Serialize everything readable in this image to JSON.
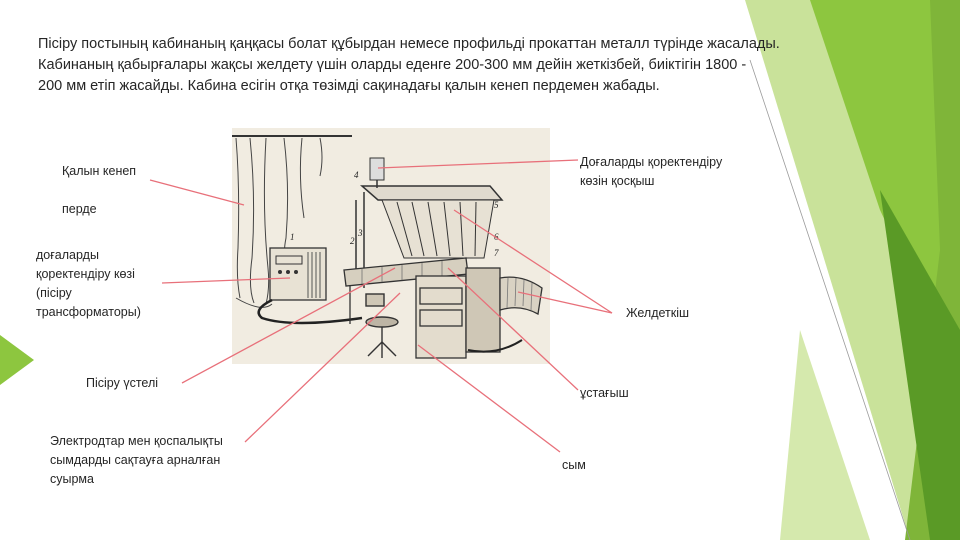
{
  "slide": {
    "paragraph_lines": [
      "Пісіру постының кабинаның қаңқасы болат құбырдан немесе профильді прокаттан металл түрінде жасалады.",
      "Кабинаның қабырғалары жақсы желдету үшін оларды еденге 200-300 мм дейін жеткізбей, биіктігін 1800  -",
      "200 мм етіп жасайды. Кабина есігін отқа төзімді сақинадағы қалын кенеп пердемен жабады."
    ],
    "labels": {
      "curtain": [
        "Қалын кенеп",
        "",
        "перде"
      ],
      "transformer": [
        " доғаларды",
        "қоректендіру көзі",
        "(пісіру",
        "трансформаторы)"
      ],
      "table": [
        "Пісіру үстелі"
      ],
      "drawer": [
        "Электродтар мен қоспалықты",
        "сымдарды  сақтауға арналған",
        "суырма"
      ],
      "switch": [
        "Доғаларды қоректендіру",
        "көзін қосқыш"
      ],
      "ventilator": [
        "Желдеткіш"
      ],
      "holder": [
        "ұстағыш"
      ],
      "wire": [
        "сым"
      ]
    },
    "figure_numbers": [
      "1",
      "2",
      "3",
      "4",
      "5",
      "6",
      "7"
    ]
  },
  "colors": {
    "leader_line": "#e8707a",
    "accent_green": "#8dc63f",
    "dark_green": "#4f8a1e",
    "light_green": "#c9e29a",
    "figure_bg": "#f1ece1"
  },
  "icons": [
    "welding-booth-illustration"
  ]
}
